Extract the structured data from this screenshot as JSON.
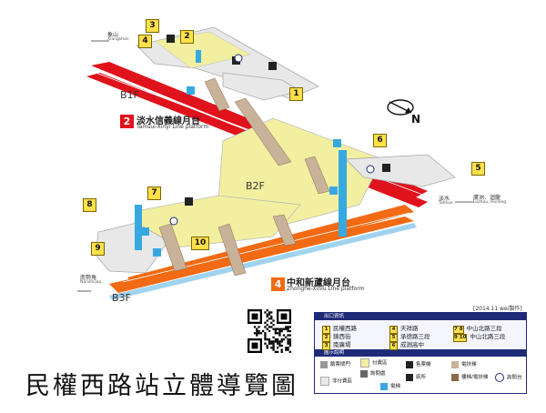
{
  "title": "民權西路站立體導覽圖",
  "credit": "[2014.11 wei製作]",
  "floors": {
    "b1f": "B1F",
    "b2f": "B2F",
    "b3f": "B3F"
  },
  "platforms": {
    "red": {
      "number": "2",
      "zh": "淡水信義線月台",
      "en": "Tamsui-Xinyi Line platform",
      "color": "#e0121b"
    },
    "orange": {
      "number": "4",
      "zh": "中和新蘆線月台",
      "en": "Zhonghe-Xinlu Line platform",
      "color": "#f26a13"
    }
  },
  "directions": {
    "xiangshan": {
      "zh": "象山",
      "en": "Xiangshan"
    },
    "luzhou": {
      "zh": "蘆洲．迴龍",
      "en": "Luzhou, Huilong"
    },
    "tamsui": {
      "zh": "淡水",
      "en": "Tamsui"
    },
    "nanshijiao": {
      "zh": "南勢角",
      "en": "Nanshijiao"
    }
  },
  "compass": {
    "label": "N"
  },
  "exit_numbers": [
    "1",
    "2",
    "3",
    "4",
    "5",
    "6",
    "7",
    "8",
    "9",
    "10"
  ],
  "legend": {
    "exits_header": "出口資訊",
    "exits": [
      {
        "num": "1",
        "name": "民權西路"
      },
      {
        "num": "2",
        "name": "錦西街"
      },
      {
        "num": "3",
        "name": "南廣場"
      },
      {
        "num": "4",
        "name": "天祥路"
      },
      {
        "num": "5",
        "name": "承德路三段"
      },
      {
        "num": "6",
        "name": "成淵高中"
      },
      {
        "num": "7 8",
        "name": "中山北路三段"
      },
      {
        "num": "9 10",
        "name": "中山北路三段"
      }
    ],
    "icons_header": "圖示說明",
    "icons": [
      {
        "icon": "gate-icon",
        "label": "驗票閘門"
      },
      {
        "icon": "ticket-icon",
        "label": "付費區"
      },
      {
        "icon": "ticket-machine-icon",
        "label": "售票機"
      },
      {
        "icon": "nonpaid-icon",
        "label": "非付費區"
      },
      {
        "icon": "service-icon",
        "label": "詢問處"
      },
      {
        "icon": "info-desk-icon",
        "label": "詢問處"
      },
      {
        "icon": "toilet-icon",
        "label": "廁所"
      },
      {
        "icon": "restroom-icon",
        "label": "廁所"
      },
      {
        "icon": "escalator-icon",
        "label": "電扶梯"
      },
      {
        "icon": "elevator-icon",
        "label": "電梯"
      },
      {
        "icon": "stairs-icon",
        "label": "樓梯/電扶梯"
      },
      {
        "icon": "info-icon",
        "label": "詢問台"
      }
    ]
  },
  "colors": {
    "red_line": "#e0121b",
    "orange_line": "#f26a13",
    "concourse": "#f2f0a0",
    "legend_navy": "#1e2a78",
    "elevator_blue": "#37a9e0"
  }
}
